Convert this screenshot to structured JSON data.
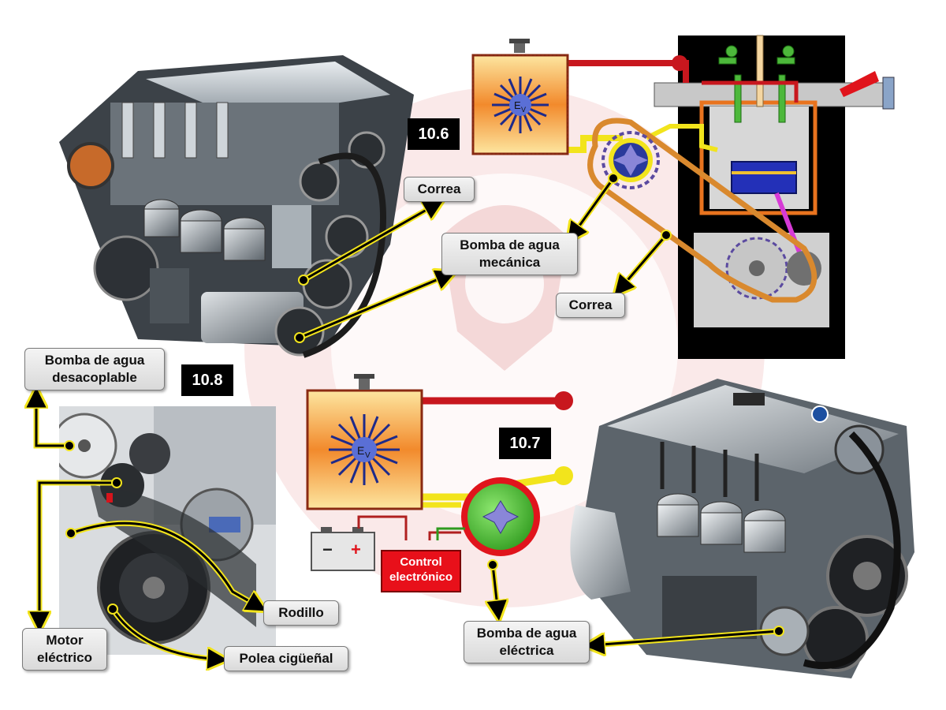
{
  "badges": {
    "fig_10_6": "10.6",
    "fig_10_7": "10.7",
    "fig_10_8": "10.8"
  },
  "labels": {
    "correa_top": "Correa",
    "bomba_mecanica": "Bomba de agua mecánica",
    "correa_right": "Correa",
    "bomba_desacoplable": "Bomba de agua desacoplable",
    "rodillo": "Rodillo",
    "motor_electrico": "Motor eléctrico",
    "polea_ciguenal": "Polea cigüeñal",
    "bomba_electrica": "Bomba de agua eléctrica",
    "control_electronico": "Control electrónico"
  },
  "radiator_symbol": {
    "letter": "E",
    "subscript": "V"
  },
  "battery": {
    "minus": "−",
    "plus": "+"
  },
  "colors": {
    "hot_line": "#c8171e",
    "cool_line": "#f2e41c",
    "belt": "#d9892e",
    "pump_mechanical": "#2a3a9b",
    "pump_electric_ring": "#e0141c",
    "pump_electric_body": "#3fbf2a",
    "watermark": "#e8b8b8"
  }
}
